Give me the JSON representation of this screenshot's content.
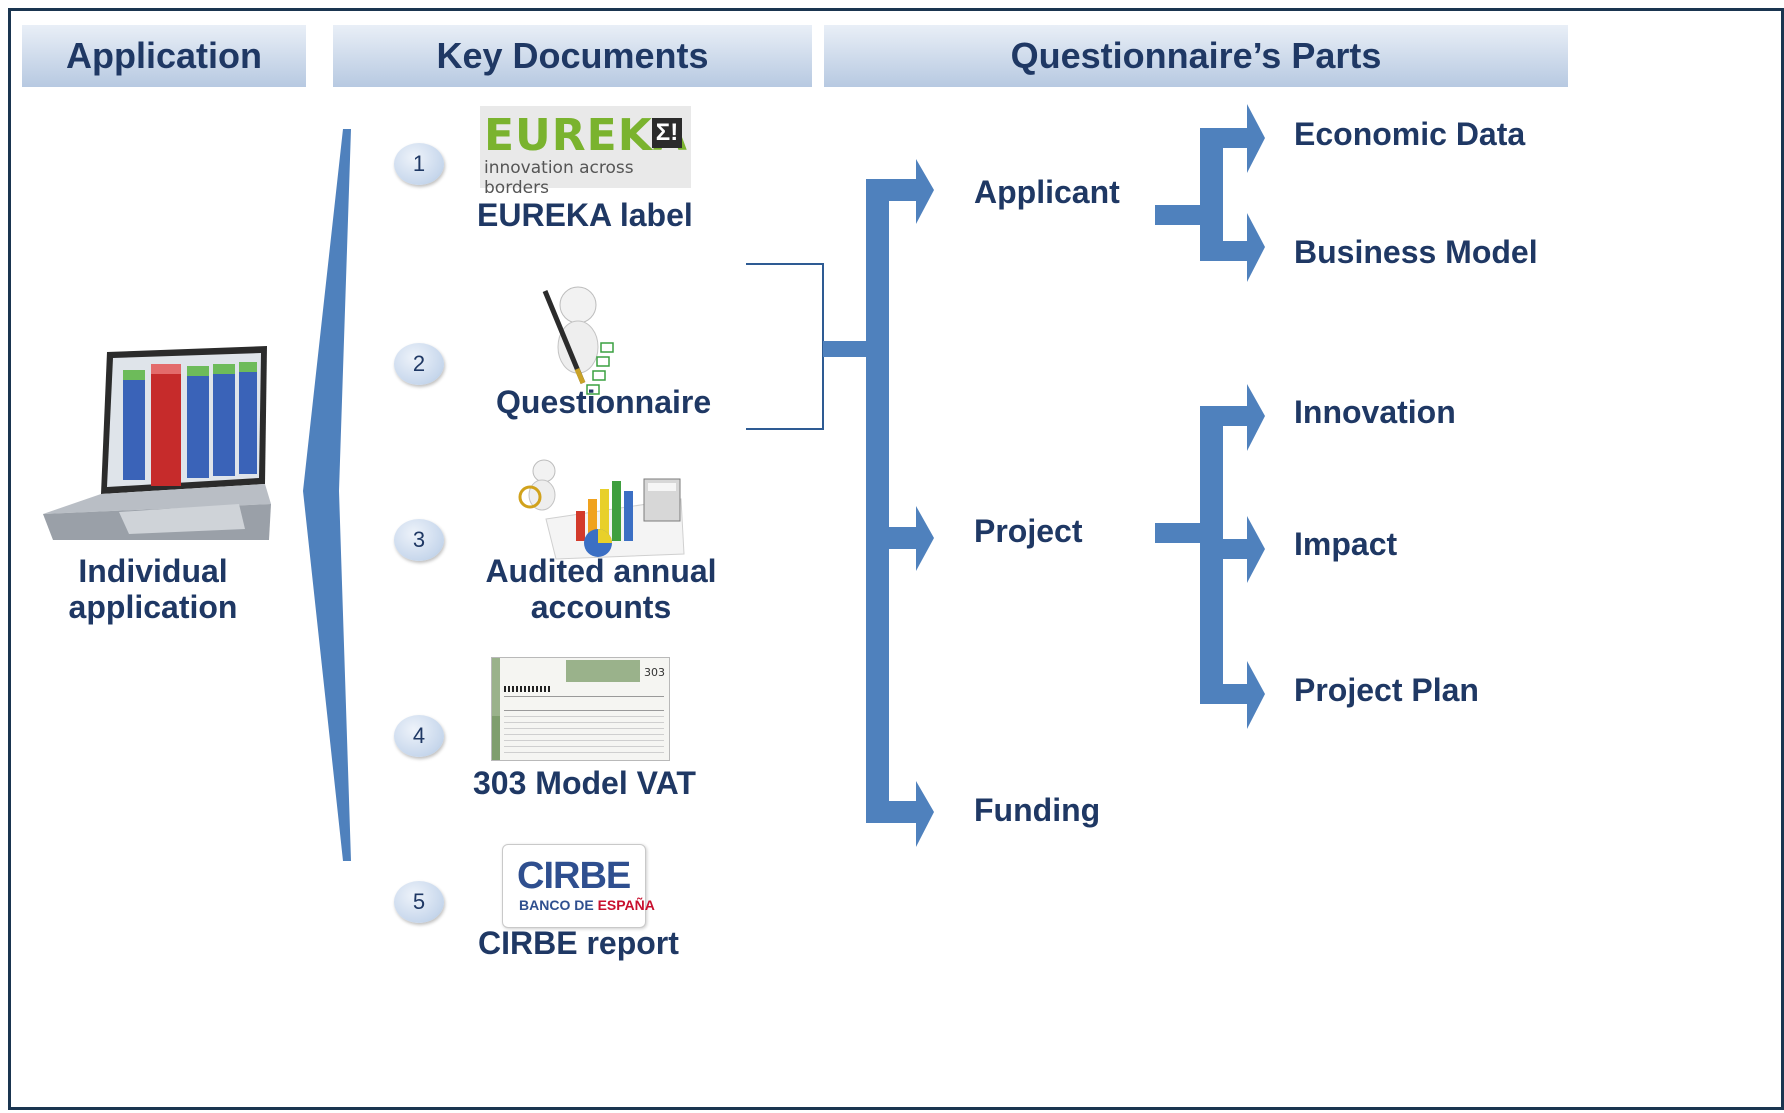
{
  "headers": {
    "application": "Application",
    "key_documents": "Key Documents",
    "questionnaire_parts": "Questionnaire’s Parts"
  },
  "application": {
    "label_line1": "Individual",
    "label_line2": "application",
    "icon": "laptop-binders-icon"
  },
  "documents": [
    {
      "number": "1",
      "label": "EUREKA label",
      "logo_title": "EUREKA",
      "logo_sub": "innovation across borders",
      "icon": "eureka-logo"
    },
    {
      "number": "2",
      "label": "Questionnaire",
      "icon": "person-pen-checklist-icon"
    },
    {
      "number": "3",
      "label_line1": "Audited annual",
      "label_line2": "accounts",
      "icon": "person-magnifier-charts-icon"
    },
    {
      "number": "4",
      "label": "303 Model VAT",
      "form_number": "303",
      "icon": "tax-form-icon"
    },
    {
      "number": "5",
      "label": "CIRBE report",
      "logo_title": "CIRBE",
      "logo_sub_1": "BANCO DE",
      "logo_sub_2": "ESPAÑA",
      "icon": "cirbe-logo"
    }
  ],
  "parts": {
    "applicant": "Applicant",
    "project": "Project",
    "funding": "Funding",
    "applicant_sub": [
      "Economic Data",
      "Business Model"
    ],
    "project_sub": [
      "Innovation",
      "Impact",
      "Project Plan"
    ]
  },
  "colors": {
    "text": "#1f3864",
    "arrow": "#4f81bd",
    "header_top": "#e9eff7",
    "header_bottom": "#b7c9e1",
    "border": "#1a3550"
  }
}
